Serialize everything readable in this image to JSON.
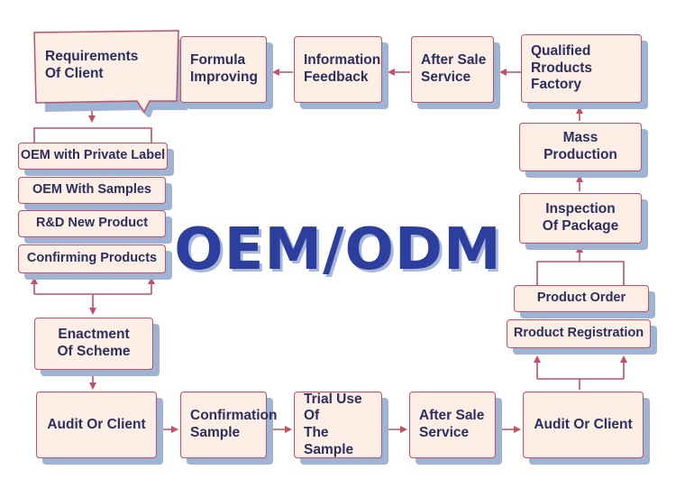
{
  "title": "OEM/ODM",
  "colors": {
    "box_fill": "#fdeee6",
    "box_border": "#c24f64",
    "box_shadow": "#9fb4d4",
    "text": "#2b2f5e",
    "arrow": "#c24f64",
    "title": "#2d3f9e"
  },
  "top_row": {
    "requirements": "Requirements\nOf Client",
    "formula": "Formula\nImproving",
    "info_feedback": "Information\nFeedback",
    "after_sale_top": "After Sale\nService",
    "qualified": "Qualified\nRroducts Factory"
  },
  "left_column": {
    "private_label": "OEM with Private Label",
    "samples": "OEM With Samples",
    "rnd": "R&D New Product",
    "confirming": "Confirming Products",
    "enactment": "Enactment\nOf Scheme"
  },
  "right_column": {
    "mass_production": "Mass Production",
    "inspection": "Inspection\nOf Package",
    "product_order": "Product Order",
    "registration": "Rroduct Registration"
  },
  "bottom_row": {
    "audit_left": "Audit Or Client",
    "confirmation": "Confirmation\nSample",
    "trial": "Trial Use Of\nThe Sample",
    "after_sale_bottom": "After Sale\nService",
    "audit_right": "Audit Or Client"
  }
}
